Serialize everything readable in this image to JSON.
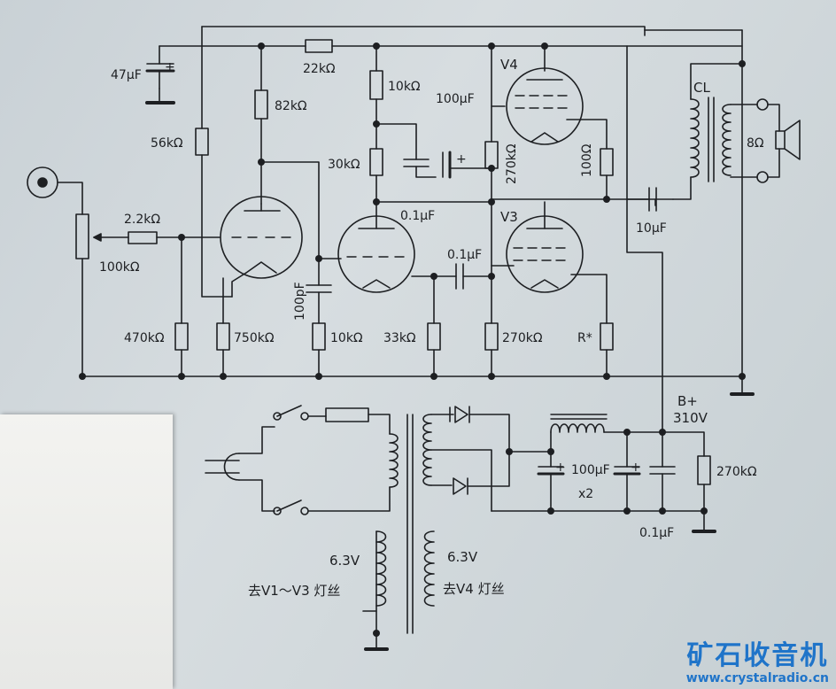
{
  "labels": {
    "c_47uf": "47μF",
    "r_22k": "22kΩ",
    "r_82k": "82kΩ",
    "r_56k": "56kΩ",
    "r_10k_top": "10kΩ",
    "c_100uf": "100μF",
    "r_30k": "30kΩ",
    "c_01_a": "0.1μF",
    "r_270k_v4": "270kΩ",
    "r_100": "100Ω",
    "v4": "V4",
    "v3": "V3",
    "cl": "CL",
    "spk": "8Ω",
    "c_10uf": "10μF",
    "r_2k2": "2.2kΩ",
    "pot_100k": "100kΩ",
    "c_100pf": "100pF",
    "c_01_b": "0.1μF",
    "r_470k": "470kΩ",
    "r_750k": "750kΩ",
    "r_10k_b": "10kΩ",
    "r_33k": "33kΩ",
    "r_270k_b": "270kΩ",
    "r_star": "R*",
    "bplus": "B+",
    "bplus_v": "310V",
    "c_100uf_x2": "100μF",
    "x2": "x2",
    "r_270k_ps": "270kΩ",
    "c_01_ps": "0.1μF",
    "h_6v3_a": "6.3V",
    "h_6v3_b": "6.3V",
    "to_v1_v3": "去V1～V3 灯丝",
    "to_v4": "去V4 灯丝",
    "plus": "+"
  },
  "watermark": {
    "cn": "矿石收音机",
    "url": "www.crystalradio.cn"
  },
  "colors": {
    "ink": "#1d1f22",
    "watermark": "#1f74c9"
  }
}
